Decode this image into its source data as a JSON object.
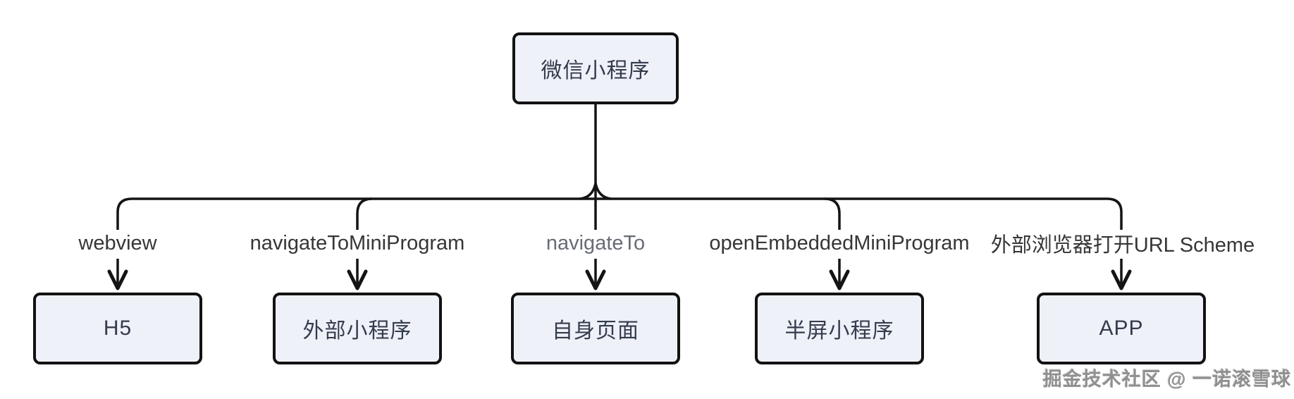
{
  "diagram": {
    "root_label": "微信小程序",
    "branches": [
      {
        "edge_label": "webview",
        "target_label": "H5"
      },
      {
        "edge_label": "navigateToMiniProgram",
        "target_label": "外部小程序"
      },
      {
        "edge_label": "navigateTo",
        "target_label": "自身页面"
      },
      {
        "edge_label": "openEmbeddedMiniProgram",
        "target_label": "半屏小程序"
      },
      {
        "edge_label": "外部浏览器打开URL Scheme",
        "target_label": "APP"
      }
    ],
    "watermark": "掘金技术社区 @ 一诺滚雪球",
    "colors": {
      "background": "#ffffff",
      "node_fill": "#eef1f8",
      "node_border": "#121212",
      "node_text": "#343b4d",
      "edge_line": "#141414",
      "edge_label": "#363636",
      "edge_label_muted": "#676c75",
      "watermark_text": "#8f8f8f"
    }
  }
}
